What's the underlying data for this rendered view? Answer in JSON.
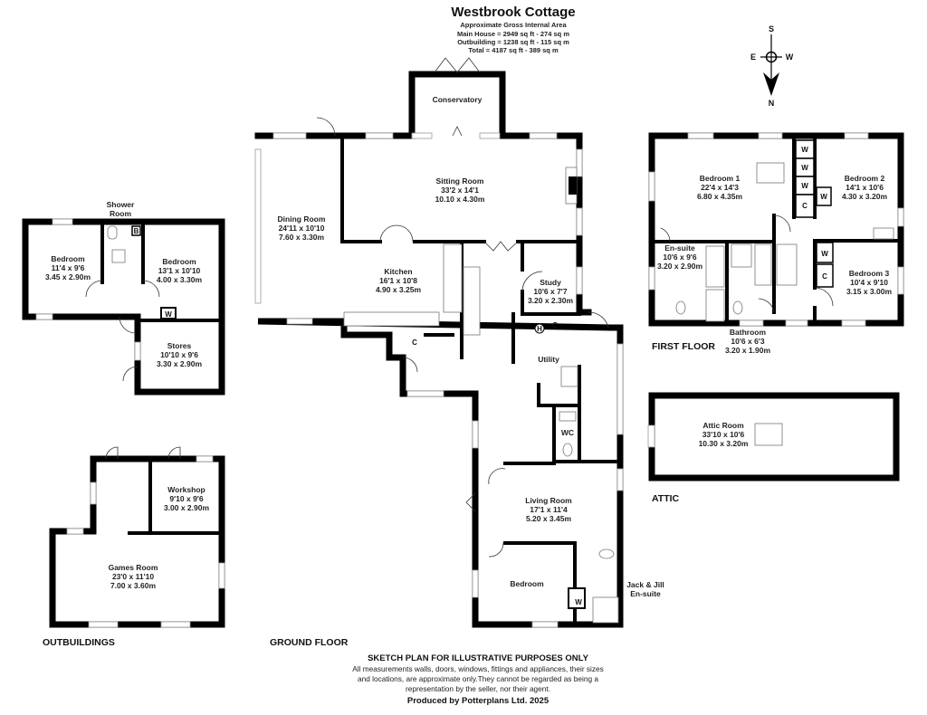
{
  "header": {
    "title": "Westbrook Cottage",
    "subtitle": "Approximate Gross Internal Area",
    "areas": [
      "Main House = 2949 sq ft - 274 sq m",
      "Outbuilding = 1238 sq ft - 115 sq m",
      "Total = 4187 sq ft - 389 sq m"
    ]
  },
  "compass": {
    "s": "S",
    "e": "E",
    "w": "W",
    "n": "N"
  },
  "floors": {
    "outbuildings": {
      "label": "OUTBUILDINGS",
      "rooms": [
        {
          "name": "Bedroom",
          "imperial": "11'4 x 9'6",
          "metric": "3.45 x 2.90m"
        },
        {
          "name": "Shower",
          "imperial": "Room"
        },
        {
          "name": "Bedroom",
          "imperial": "13'1 x 10'10",
          "metric": "4.00 x 3.30m"
        },
        {
          "name": "Stores",
          "imperial": "10'10 x 9'6",
          "metric": "3.30 x 2.90m"
        },
        {
          "name": "Workshop",
          "imperial": "9'10 x 9'6",
          "metric": "3.00 x 2.90m"
        },
        {
          "name": "Games Room",
          "imperial": "23'0 x 11'10",
          "metric": "7.00 x 3.60m"
        }
      ]
    },
    "ground": {
      "label": "GROUND FLOOR",
      "rooms": [
        {
          "name": "Conservatory"
        },
        {
          "name": "Sitting Room",
          "imperial": "33'2 x 14'1",
          "metric": "10.10 x 4.30m"
        },
        {
          "name": "Dining Room",
          "imperial": "24'11 x 10'10",
          "metric": "7.60 x 3.30m"
        },
        {
          "name": "Kitchen",
          "imperial": "16'1 x 10'8",
          "metric": "4.90 x 3.25m"
        },
        {
          "name": "Study",
          "imperial": "10'6 x 7'7",
          "metric": "3.20 x 2.30m"
        },
        {
          "name": "Utility"
        },
        {
          "name": "WC"
        },
        {
          "name": "Living Room",
          "imperial": "17'1 x 11'4",
          "metric": "5.20 x 3.45m"
        },
        {
          "name": "Bedroom"
        },
        {
          "name": "Jack & Jill",
          "imperial": "En-suite"
        }
      ]
    },
    "first": {
      "label": "FIRST FLOOR",
      "rooms": [
        {
          "name": "Bedroom 1",
          "imperial": "22'4 x 14'3",
          "metric": "6.80 x 4.35m"
        },
        {
          "name": "Bedroom 2",
          "imperial": "14'1 x 10'6",
          "metric": "4.30 x 3.20m"
        },
        {
          "name": "Bedroom 3",
          "imperial": "10'4 x 9'10",
          "metric": "3.15 x 3.00m"
        },
        {
          "name": "En-suite",
          "imperial": "10'6 x 9'6",
          "metric": "3.20 x 2.90m"
        },
        {
          "name": "Bathroom",
          "imperial": "10'6 x 6'3",
          "metric": "3.20 x 1.90m"
        }
      ]
    },
    "attic": {
      "label": "ATTIC",
      "rooms": [
        {
          "name": "Attic Room",
          "imperial": "33'10 x 10'6",
          "metric": "10.30 x 3.20m"
        }
      ]
    }
  },
  "closet_labels": {
    "wardrobe": "W",
    "cupboard": "C",
    "boiler": "B",
    "heater": "H"
  },
  "footer": {
    "heading": "SKETCH PLAN FOR ILLUSTRATIVE PURPOSES ONLY",
    "disclaimer": [
      "All measurements walls, doors, windows, fittings and appliances, their sizes",
      "and locations, are approximate only.They cannot be regarded as being a",
      "representation by the seller, nor their agent."
    ],
    "credit": "Produced by Potterplans Ltd. 2025"
  }
}
